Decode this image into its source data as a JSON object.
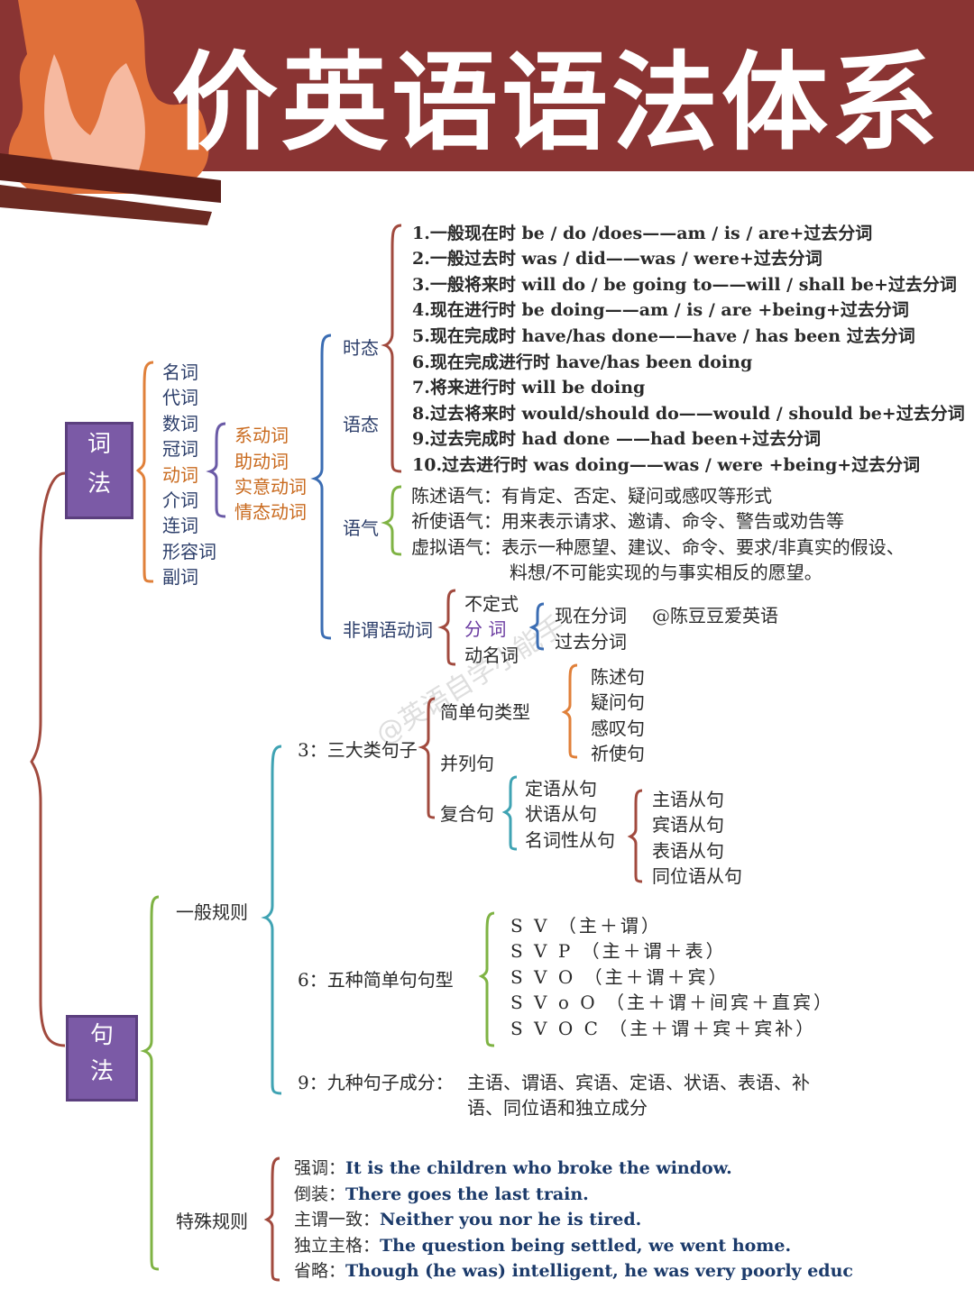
{
  "title": "价英语语法体系",
  "categories": {
    "ci_fa": [
      "词",
      "法"
    ],
    "ju_fa": [
      "句",
      "法"
    ]
  },
  "parts_of_speech": [
    "名词",
    "代词",
    "数词",
    "冠词",
    "动词",
    "介词",
    "连词",
    "形容词",
    "副词"
  ],
  "verb_types": [
    "系动词",
    "助动词",
    "实意动词",
    "情态动词"
  ],
  "verb_aspects": {
    "shitai": "时态",
    "yutai": "语态",
    "yuqi": "语气",
    "feiweiyu": "非谓语动词"
  },
  "tenses": [
    "1.一般现在时  be / do /does——am / is / are+过去分词",
    "2.一般过去时  was / did——was / were+过去分词",
    "3.一般将来时  will do / be going to——will / shall be+过去分词",
    "4.现在进行时  be doing——am / is / are +being+过去分词",
    "5.现在完成时  have/has done——have / has been 过去分词",
    "6.现在完成进行时  have/has been doing",
    "7.将来进行时  will be doing",
    "8.过去将来时 would/should do——would / should be+过去分词",
    "9.过去完成时  had done  ——had been+过去分词",
    "10.过去进行时  was doing——was / were +being+过去分词"
  ],
  "moods": [
    "陈述语气：有肯定、否定、疑问或感叹等形式",
    "祈使语气：用来表示请求、邀请、命令、警告或劝告等",
    "虚拟语气：表示一种愿望、建议、命令、要求/非真实的假设、",
    "料想/不可能实现的与事实相反的愿望。"
  ],
  "nonfinite": {
    "items": [
      "不定式",
      "分    词",
      "动名词"
    ],
    "participles": [
      "现在分词",
      "过去分词"
    ],
    "credit": "@陈豆豆爱英语"
  },
  "general_rule": "一般规则",
  "special_rule": "特殊规则",
  "three_types": {
    "label": "3：三大类句子",
    "simple": "简单句类型",
    "simple_types": [
      "陈述句",
      "疑问句",
      "感叹句",
      "祈使句"
    ],
    "compound": "并列句",
    "complex": "复合句",
    "complex_types": [
      "定语从句",
      "状语从句",
      "名词性从句"
    ],
    "noun_clauses": [
      "主语从句",
      "宾语从句",
      "表语从句",
      "同位语从句"
    ]
  },
  "five_patterns": {
    "label": "6：五种简单句句型",
    "items": [
      "S V （主＋谓）",
      "S V P （主＋谓＋表）",
      "S V O （主＋谓＋宾）",
      "S V o O （主＋谓＋间宾＋直宾）",
      "S V O C （主＋谓＋宾＋宾补）"
    ]
  },
  "nine_components": {
    "label": "9：九种句子成分：",
    "line1": "主语、谓语、宾语、定语、状语、表语、补",
    "line2": "语、同位语和独立成分"
  },
  "special_examples": [
    {
      "label": "强调：",
      "text": "It is the children who broke the window."
    },
    {
      "label": "倒装：",
      "text": "There goes the last train."
    },
    {
      "label": "主谓一致：",
      "text": "Neither you nor he is tired."
    },
    {
      "label": "独立主格：",
      "text": "The question being settled, we went home."
    },
    {
      "label": "省略：",
      "text": "Though (he was) intelligent, he was very poorly educ"
    }
  ],
  "watermark": "@英语自学小能手",
  "colors": {
    "banner": "#8a3433",
    "category": "#7b5aa6",
    "trunk": "#a14a3e"
  }
}
